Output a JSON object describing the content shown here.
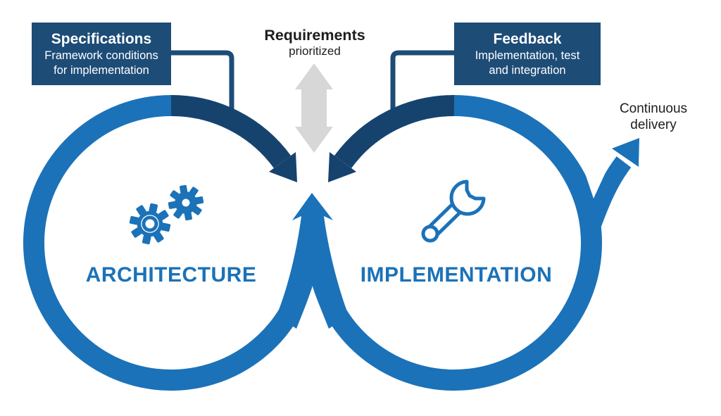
{
  "diagram": {
    "name": "architecture-implementation-cycle",
    "colors": {
      "accent_blue": "#1b72b8",
      "box_navy": "#1d4c77",
      "arc_navy": "#16436e",
      "arrow_gray": "#d7d7d7",
      "text_black": "#1d1d1b",
      "white": "#ffffff"
    }
  },
  "boxes": {
    "specifications": {
      "title": "Specifications",
      "subtitle": "Framework conditions\nfor implementation"
    },
    "feedback": {
      "title": "Feedback",
      "subtitle": "Implementation, test\nand integration"
    }
  },
  "center": {
    "title": "Requirements",
    "subtitle": "prioritized"
  },
  "circles": {
    "left": {
      "label": "ARCHITECTURE",
      "icon": "gears-icon"
    },
    "right": {
      "label": "IMPLEMENTATION",
      "icon": "wrench-icon"
    }
  },
  "outflow": {
    "label": "Continuous\ndelivery"
  }
}
